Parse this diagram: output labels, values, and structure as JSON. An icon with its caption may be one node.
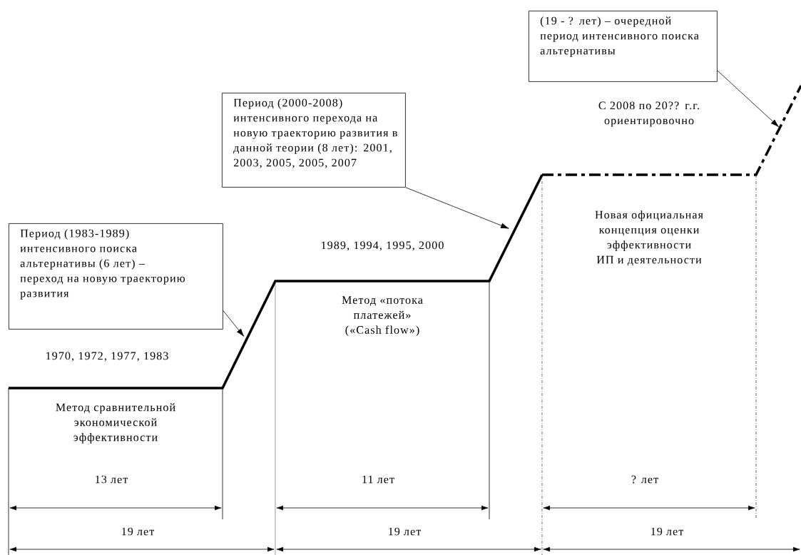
{
  "diagram": {
    "nodes": [
      {
        "text": [
          "Период (1983-1989) интенсивного поиска альтернативы (6 лет) – переход на новую траекторию развития"
        ]
      },
      {
        "text": [
          "Период (2000-2008) интенсивного перехода на новую траекторию развития в данной теории (8 лет): 2001, 2003, 2005, 2005, 2007"
        ]
      },
      {
        "text": [
          "(19 - ? лет) – очередной период интенсивного поиска альтернативы"
        ]
      },
      {
        "text": [
          "Метод сравнительной экономической эффективности"
        ],
        "beside": [
          "1970, 1972, 1977, 1983"
        ]
      },
      {
        "text": [
          "Метод «потока платежей» («Cash flow»)"
        ],
        "beside": [
          "1989, 1994, 1995, 2000"
        ]
      },
      {
        "text": [
          "Новая официальная концепция оценки эффективности ИП и деятельности"
        ]
      }
    ],
    "edges": [
      {
        "from": 0,
        "to": null,
        "arrow": "to"
      },
      {
        "from": 1,
        "to": null,
        "arrow": "to"
      },
      {
        "from": 2,
        "to": null,
        "arrow": "to"
      }
    ],
    "labels": [
      "С 2008 по 20?? г.г. ориентировочно",
      "13 лет",
      "19 лет",
      "11 лет",
      "19 лет",
      "? лет",
      "19 лет"
    ]
  }
}
